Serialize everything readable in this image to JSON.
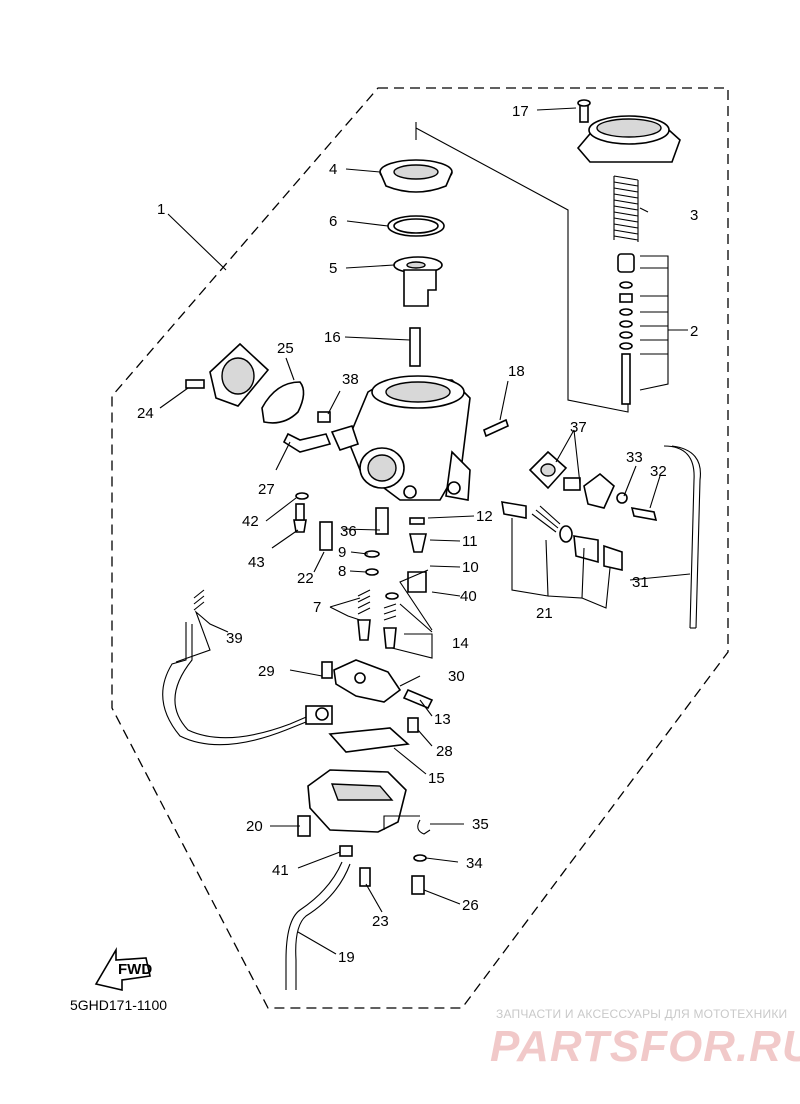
{
  "diagram": {
    "part_labels": [
      "1",
      "2",
      "3",
      "4",
      "5",
      "6",
      "7",
      "8",
      "9",
      "10",
      "11",
      "12",
      "13",
      "14",
      "15",
      "16",
      "17",
      "18",
      "19",
      "20",
      "21",
      "22",
      "23",
      "24",
      "25",
      "26",
      "27",
      "28",
      "29",
      "30",
      "31",
      "32",
      "33",
      "34",
      "35",
      "36",
      "37",
      "38",
      "39",
      "40",
      "41",
      "42",
      "43"
    ],
    "fwd_label": "FWD",
    "code": "5GHD171-1100"
  },
  "watermark": {
    "caption": "ЗАПЧАСТИ И АКСЕССУАРЫ ДЛЯ МОТОТЕХНИКИ",
    "logo": "PARTSFOR.RU"
  }
}
